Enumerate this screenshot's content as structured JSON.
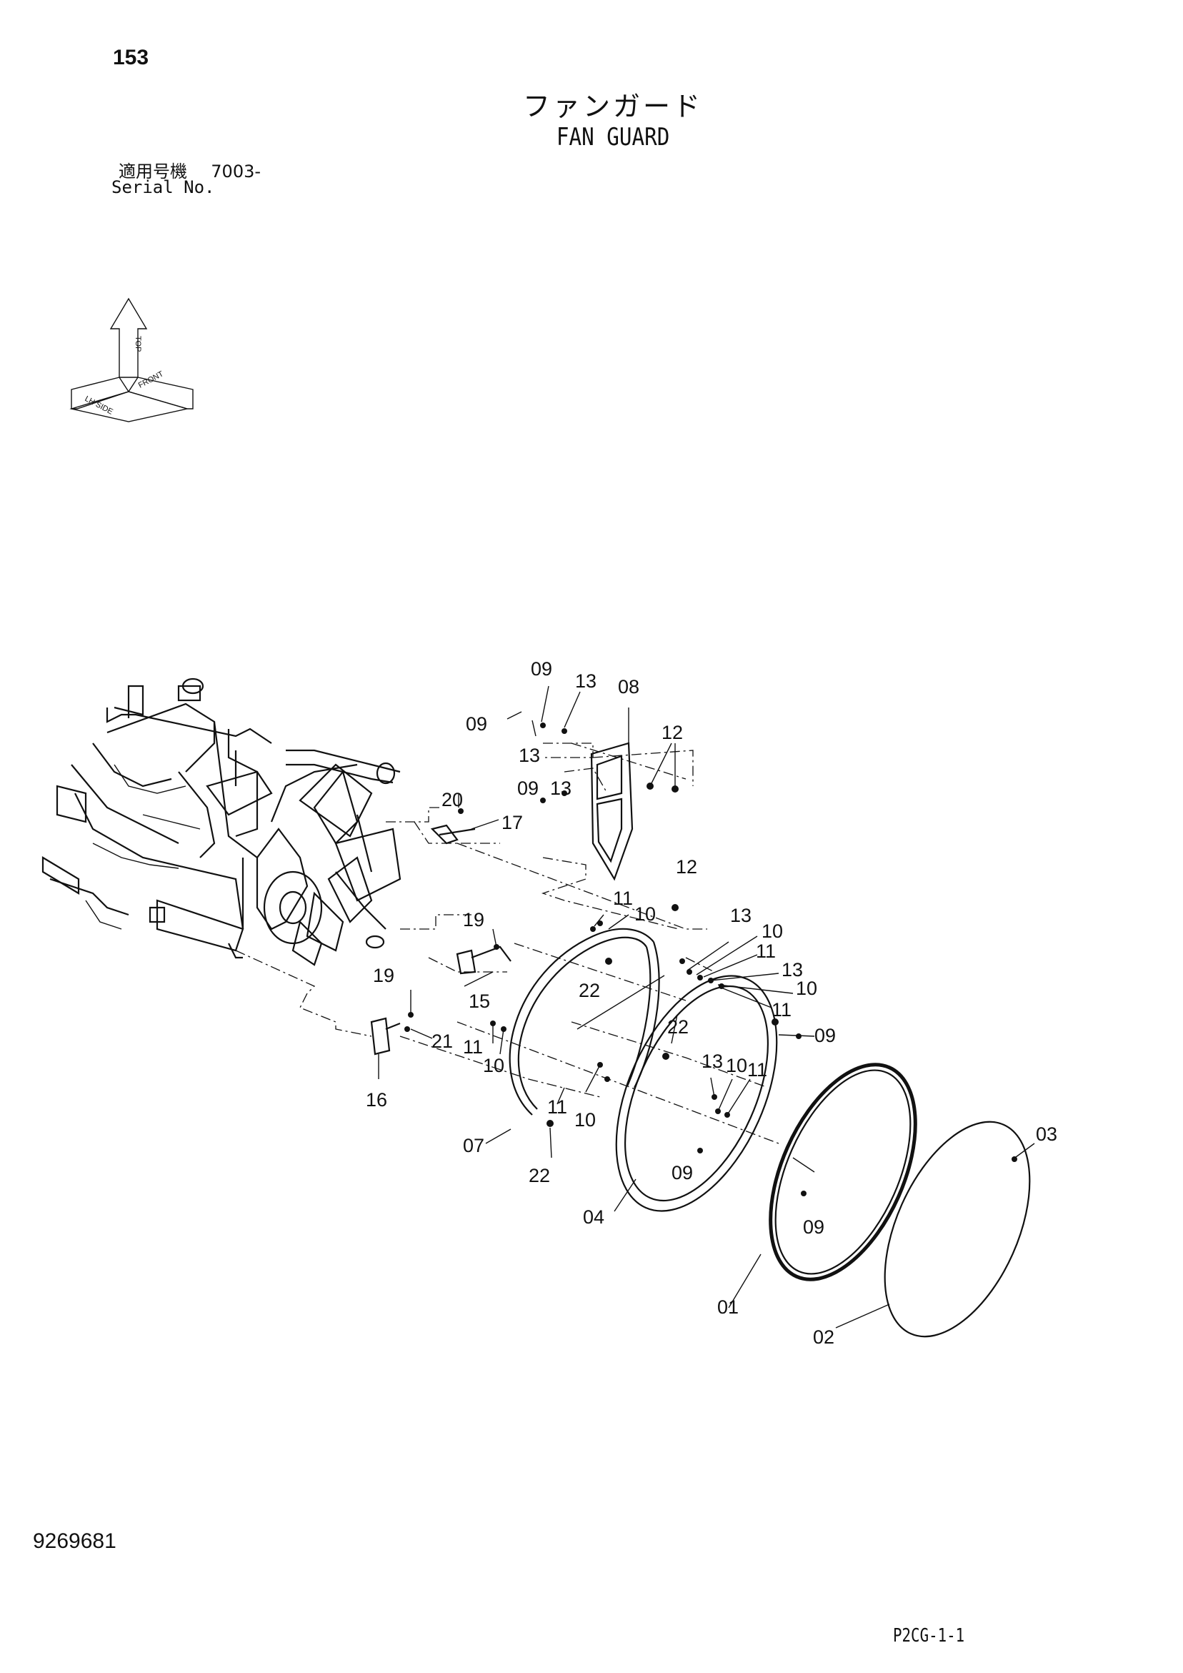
{
  "header": {
    "page_number": "153",
    "title_jp": "ファンガード",
    "title_en": "FAN GUARD",
    "serial_label_jp": "適用号機",
    "serial_value": "7003-",
    "serial_label_en": "Serial No."
  },
  "direction_indicator": {
    "labels": [
      "TOP",
      "LH SIDE",
      "FRONT"
    ]
  },
  "callouts": [
    {
      "id": "c01",
      "label": "01"
    },
    {
      "id": "c02",
      "label": "02"
    },
    {
      "id": "c03",
      "label": "03"
    },
    {
      "id": "c04",
      "label": "04"
    },
    {
      "id": "c07",
      "label": "07"
    },
    {
      "id": "c08",
      "label": "08"
    },
    {
      "id": "c09a",
      "label": "09"
    },
    {
      "id": "c09b",
      "label": "09"
    },
    {
      "id": "c09c",
      "label": "09"
    },
    {
      "id": "c09d",
      "label": "09"
    },
    {
      "id": "c09e",
      "label": "09"
    },
    {
      "id": "c09f",
      "label": "09"
    },
    {
      "id": "c10a",
      "label": "10"
    },
    {
      "id": "c10b",
      "label": "10"
    },
    {
      "id": "c10c",
      "label": "10"
    },
    {
      "id": "c10d",
      "label": "10"
    },
    {
      "id": "c10e",
      "label": "10"
    },
    {
      "id": "c10f",
      "label": "10"
    },
    {
      "id": "c11a",
      "label": "11"
    },
    {
      "id": "c11b",
      "label": "11"
    },
    {
      "id": "c11c",
      "label": "11"
    },
    {
      "id": "c11d",
      "label": "11"
    },
    {
      "id": "c11e",
      "label": "11"
    },
    {
      "id": "c11f",
      "label": "11"
    },
    {
      "id": "c12a",
      "label": "12"
    },
    {
      "id": "c12b",
      "label": "12"
    },
    {
      "id": "c13a",
      "label": "13"
    },
    {
      "id": "c13b",
      "label": "13"
    },
    {
      "id": "c13c",
      "label": "13"
    },
    {
      "id": "c13d",
      "label": "13"
    },
    {
      "id": "c13e",
      "label": "13"
    },
    {
      "id": "c13f",
      "label": "13"
    },
    {
      "id": "c15",
      "label": "15"
    },
    {
      "id": "c16",
      "label": "16"
    },
    {
      "id": "c17",
      "label": "17"
    },
    {
      "id": "c19a",
      "label": "19"
    },
    {
      "id": "c19b",
      "label": "19"
    },
    {
      "id": "c20",
      "label": "20"
    },
    {
      "id": "c21",
      "label": "21"
    },
    {
      "id": "c22a",
      "label": "22"
    },
    {
      "id": "c22b",
      "label": "22"
    },
    {
      "id": "c22c",
      "label": "22"
    }
  ],
  "footer": {
    "document_number": "9269681",
    "reference_code": "P2CG-1-1"
  }
}
